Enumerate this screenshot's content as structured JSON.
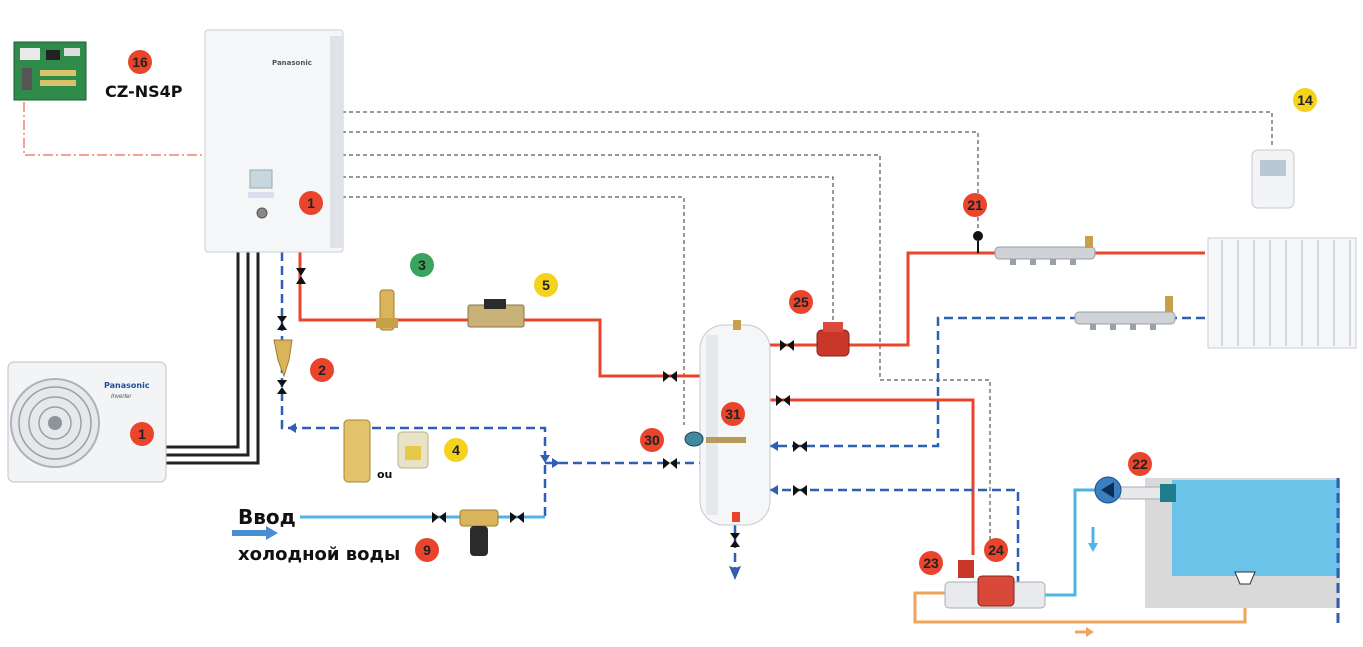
{
  "colors": {
    "hot": "#e8452c",
    "cold_return": "#2f5fb5",
    "mains": "#4fb3e3",
    "pool_loop": "#f0a45a",
    "signal": "#333333",
    "badge_red": "#e8452c",
    "badge_green": "#3aa55a",
    "badge_yellow": "#f5d21c",
    "pool_water": "#6cc3ea",
    "pool_wall": "#d9d9d9"
  },
  "controller": {
    "model": "CZ-NS4P",
    "icon": "controller-board-icon"
  },
  "indoor_unit": {
    "brand": "Panasonic",
    "icon": "hydrokit-icon"
  },
  "outdoor_unit": {
    "brand": "Panasonic",
    "series": "Inverter",
    "icon": "outdoor-unit-icon"
  },
  "inlet": {
    "line1": "Ввод",
    "line2": "холодной воды"
  },
  "or_word": "ou",
  "badges": {
    "b16": "16",
    "b1a": "1",
    "b1b": "1",
    "b3": "3",
    "b5": "5",
    "b2": "2",
    "b4": "4",
    "b9": "9",
    "b30": "30",
    "b31": "31",
    "b25": "25",
    "b21": "21",
    "b14": "14",
    "b22": "22",
    "b23": "23",
    "b24": "24"
  }
}
